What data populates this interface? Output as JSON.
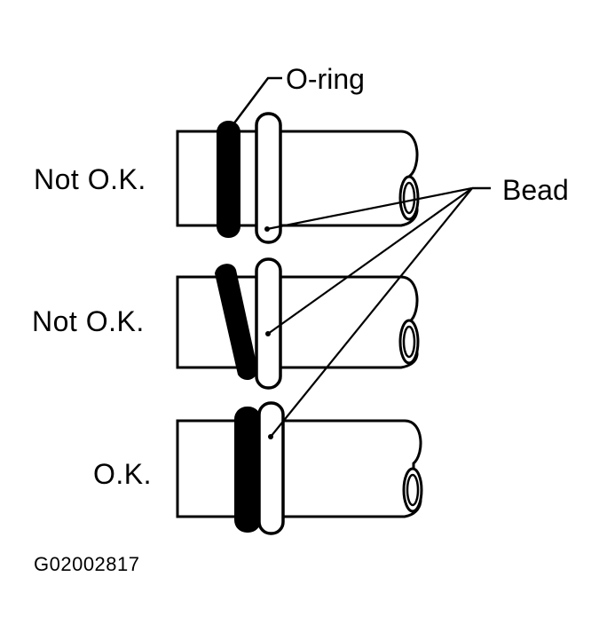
{
  "labels": {
    "oring": "O-ring",
    "bead": "Bead",
    "row1": "Not O.K.",
    "row2": "Not O.K.",
    "row3": "O.K.",
    "figure_code": "G02002817"
  },
  "colors": {
    "ink": "#000000",
    "paper": "#ffffff"
  }
}
